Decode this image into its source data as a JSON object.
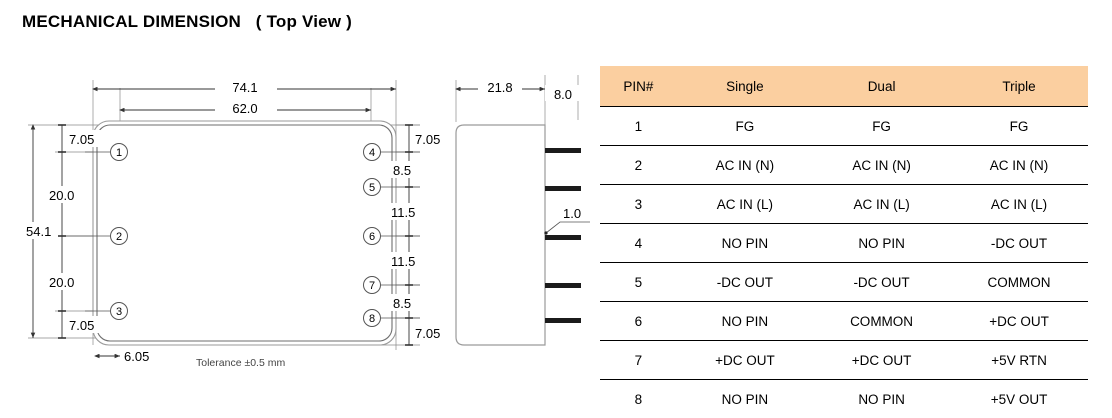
{
  "title": "MECHANICAL DIMENSION   ( Top View )",
  "drawing": {
    "top_view": {
      "width_outer": "74.1",
      "width_inner": "62.0",
      "height_overall": "54.1",
      "left_chain": [
        "7.05",
        "20.0",
        "20.0",
        "7.05"
      ],
      "right_chain": [
        "7.05",
        "8.5",
        "11.5",
        "11.5",
        "8.5",
        "7.05"
      ],
      "bottom_offset": "6.05",
      "corner_top_right": "7.05",
      "pins_left": [
        "1",
        "2",
        "3"
      ],
      "pins_right": [
        "4",
        "5",
        "6",
        "7",
        "8"
      ],
      "tolerance": "Tolerance ±0.5 mm"
    },
    "side_view": {
      "body_depth": "21.8",
      "pin_length": "8.0",
      "pin_thickness": "1.0"
    }
  },
  "pin_table": {
    "headers": [
      "PIN#",
      "Single",
      "Dual",
      "Triple"
    ],
    "header_bg": "#FBCFA0",
    "rows": [
      {
        "pin": "1",
        "single": "FG",
        "dual": "FG",
        "triple": "FG"
      },
      {
        "pin": "2",
        "single": "AC IN (N)",
        "dual": "AC IN (N)",
        "triple": "AC IN (N)"
      },
      {
        "pin": "3",
        "single": "AC IN (L)",
        "dual": "AC IN (L)",
        "triple": "AC IN (L)"
      },
      {
        "pin": "4",
        "single": "NO PIN",
        "dual": "NO PIN",
        "triple": "-DC OUT"
      },
      {
        "pin": "5",
        "single": "-DC OUT",
        "dual": "-DC OUT",
        "triple": "COMMON"
      },
      {
        "pin": "6",
        "single": "NO PIN",
        "dual": "COMMON",
        "triple": "+DC OUT"
      },
      {
        "pin": "7",
        "single": "+DC OUT",
        "dual": "+DC OUT",
        "triple": "+5V RTN"
      },
      {
        "pin": "8",
        "single": "NO PIN",
        "dual": "NO PIN",
        "triple": "+5V OUT"
      }
    ]
  }
}
